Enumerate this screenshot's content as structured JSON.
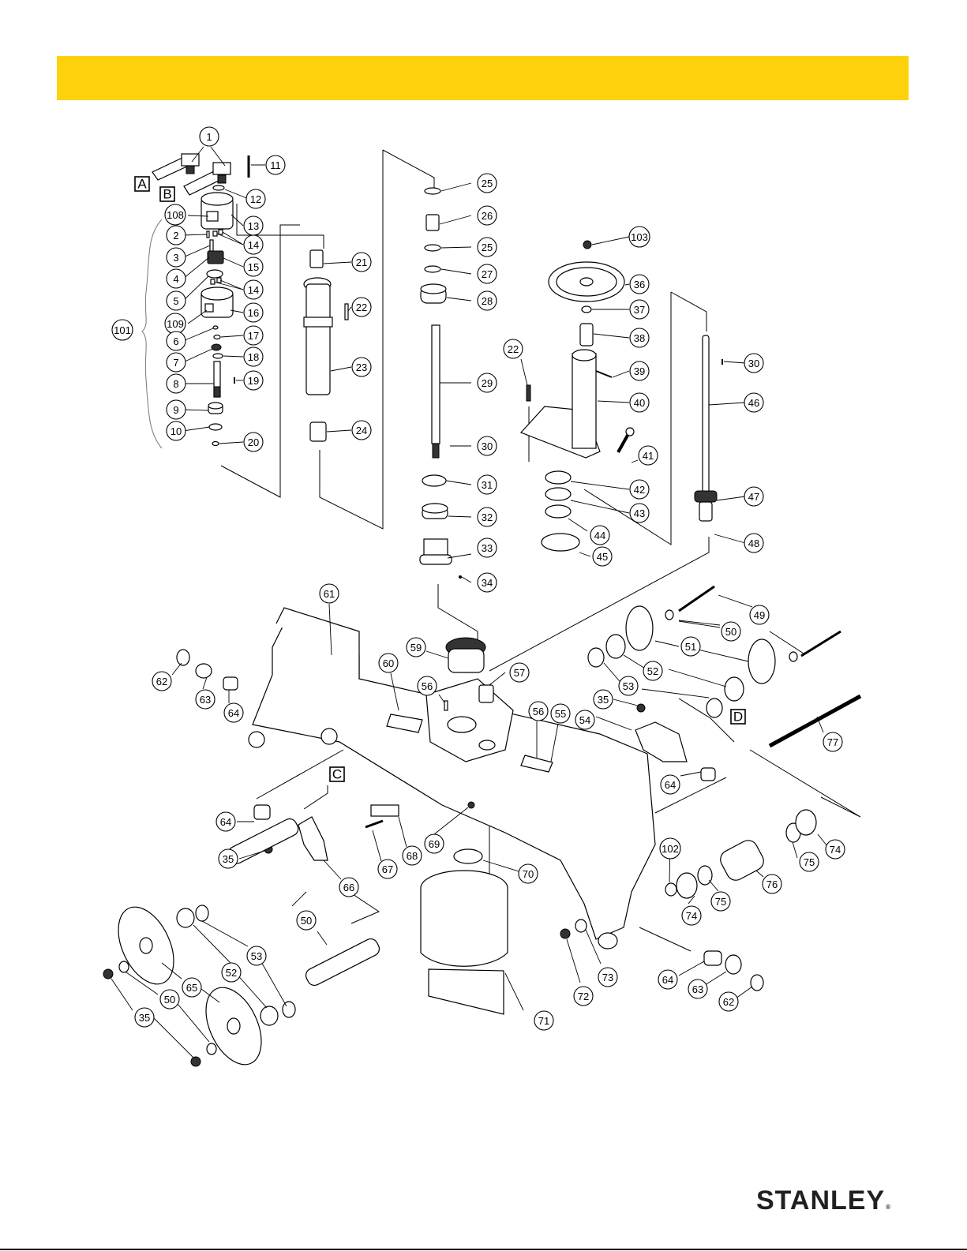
{
  "header": {
    "banner_color": "#fdd10b"
  },
  "brand": {
    "logo_text": "STANLEY",
    "registered_mark": "®"
  },
  "view_labels": [
    "A",
    "B",
    "C",
    "D"
  ],
  "callouts": [
    {
      "id": "c1",
      "label": "1"
    },
    {
      "id": "c11",
      "label": "11"
    },
    {
      "id": "c12",
      "label": "12"
    },
    {
      "id": "c108",
      "label": "108"
    },
    {
      "id": "c13",
      "label": "13"
    },
    {
      "id": "c2",
      "label": "2"
    },
    {
      "id": "c14a",
      "label": "14"
    },
    {
      "id": "c3",
      "label": "3"
    },
    {
      "id": "c15",
      "label": "15"
    },
    {
      "id": "c4",
      "label": "4"
    },
    {
      "id": "c5",
      "label": "5"
    },
    {
      "id": "c14b",
      "label": "14"
    },
    {
      "id": "c109",
      "label": "109"
    },
    {
      "id": "c16",
      "label": "16"
    },
    {
      "id": "c101",
      "label": "101"
    },
    {
      "id": "c6",
      "label": "6"
    },
    {
      "id": "c17",
      "label": "17"
    },
    {
      "id": "c7",
      "label": "7"
    },
    {
      "id": "c18",
      "label": "18"
    },
    {
      "id": "c8",
      "label": "8"
    },
    {
      "id": "c19",
      "label": "19"
    },
    {
      "id": "c9",
      "label": "9"
    },
    {
      "id": "c10",
      "label": "10"
    },
    {
      "id": "c20",
      "label": "20"
    },
    {
      "id": "c21",
      "label": "21"
    },
    {
      "id": "c22a",
      "label": "22"
    },
    {
      "id": "c23",
      "label": "23"
    },
    {
      "id": "c24",
      "label": "24"
    },
    {
      "id": "c25a",
      "label": "25"
    },
    {
      "id": "c26",
      "label": "26"
    },
    {
      "id": "c25b",
      "label": "25"
    },
    {
      "id": "c27",
      "label": "27"
    },
    {
      "id": "c28",
      "label": "28"
    },
    {
      "id": "c29",
      "label": "29"
    },
    {
      "id": "c30a",
      "label": "30"
    },
    {
      "id": "c31",
      "label": "31"
    },
    {
      "id": "c32",
      "label": "32"
    },
    {
      "id": "c33",
      "label": "33"
    },
    {
      "id": "c34",
      "label": "34"
    },
    {
      "id": "c103",
      "label": "103"
    },
    {
      "id": "c36",
      "label": "36"
    },
    {
      "id": "c37",
      "label": "37"
    },
    {
      "id": "c38",
      "label": "38"
    },
    {
      "id": "c22b",
      "label": "22"
    },
    {
      "id": "c39",
      "label": "39"
    },
    {
      "id": "c40",
      "label": "40"
    },
    {
      "id": "c41",
      "label": "41"
    },
    {
      "id": "c42",
      "label": "42"
    },
    {
      "id": "c43",
      "label": "43"
    },
    {
      "id": "c44",
      "label": "44"
    },
    {
      "id": "c45",
      "label": "45"
    },
    {
      "id": "c30b",
      "label": "30"
    },
    {
      "id": "c46",
      "label": "46"
    },
    {
      "id": "c47",
      "label": "47"
    },
    {
      "id": "c48",
      "label": "48"
    },
    {
      "id": "c61",
      "label": "61"
    },
    {
      "id": "c49",
      "label": "49"
    },
    {
      "id": "c50a",
      "label": "50"
    },
    {
      "id": "c51",
      "label": "51"
    },
    {
      "id": "c52a",
      "label": "52"
    },
    {
      "id": "c53a",
      "label": "53"
    },
    {
      "id": "c59",
      "label": "59"
    },
    {
      "id": "c60",
      "label": "60"
    },
    {
      "id": "c56a",
      "label": "56"
    },
    {
      "id": "c57",
      "label": "57"
    },
    {
      "id": "c62a",
      "label": "62"
    },
    {
      "id": "c63a",
      "label": "63"
    },
    {
      "id": "c64a",
      "label": "64"
    },
    {
      "id": "c35a",
      "label": "35"
    },
    {
      "id": "c54",
      "label": "54"
    },
    {
      "id": "c56b",
      "label": "56"
    },
    {
      "id": "c55",
      "label": "55"
    },
    {
      "id": "c77",
      "label": "77"
    },
    {
      "id": "c64b",
      "label": "64"
    },
    {
      "id": "c64c",
      "label": "64"
    },
    {
      "id": "c69",
      "label": "69"
    },
    {
      "id": "c35b",
      "label": "35"
    },
    {
      "id": "c67",
      "label": "67"
    },
    {
      "id": "c68",
      "label": "68"
    },
    {
      "id": "c66",
      "label": "66"
    },
    {
      "id": "c70",
      "label": "70"
    },
    {
      "id": "c74a",
      "label": "74"
    },
    {
      "id": "c102",
      "label": "102"
    },
    {
      "id": "c75a",
      "label": "75"
    },
    {
      "id": "c76",
      "label": "76"
    },
    {
      "id": "c75b",
      "label": "75"
    },
    {
      "id": "c74b",
      "label": "74"
    },
    {
      "id": "c50b",
      "label": "50"
    },
    {
      "id": "c53b",
      "label": "53"
    },
    {
      "id": "c52b",
      "label": "52"
    },
    {
      "id": "c65",
      "label": "65"
    },
    {
      "id": "c50c",
      "label": "50"
    },
    {
      "id": "c35c",
      "label": "35"
    },
    {
      "id": "c73",
      "label": "73"
    },
    {
      "id": "c72",
      "label": "72"
    },
    {
      "id": "c64d",
      "label": "64"
    },
    {
      "id": "c63b",
      "label": "63"
    },
    {
      "id": "c71",
      "label": "71"
    },
    {
      "id": "c62b",
      "label": "62"
    }
  ]
}
